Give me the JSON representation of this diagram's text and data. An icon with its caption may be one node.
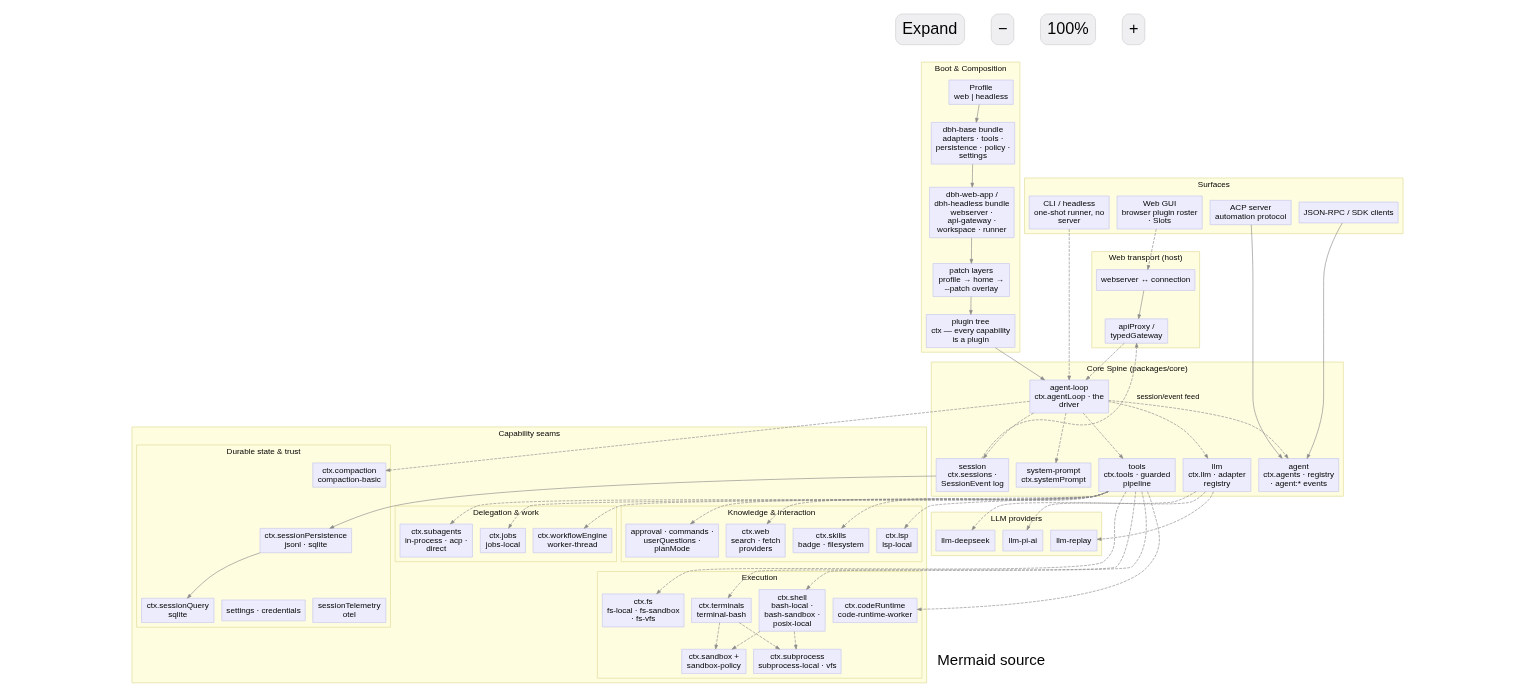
{
  "diagram": {
    "nodes": [
      {
        "text": [
          "Boot & Composition"
        ]
      },
      {
        "text": [
          "Profile",
          "web | headless"
        ],
        "in": 0
      },
      {
        "text": [
          "dbh-base bundle",
          "adapters · tools · persistence · policy · settings"
        ],
        "in": 0
      },
      {
        "text": [
          "dbh-web-app / dbh-headless bundle",
          "webserver · api-gateway · workspace · runner"
        ],
        "in": 0
      },
      {
        "text": [
          "patch layers",
          "profile → home → --patch overlay"
        ],
        "in": 0
      },
      {
        "text": [
          "plugin tree",
          "ctx — every capability is a plugin"
        ],
        "in": 0
      },
      {
        "text": [
          "Surfaces"
        ]
      },
      {
        "text": [
          "Web GUI",
          "browser plugin roster · Slots"
        ],
        "in": 6
      },
      {
        "text": [
          "CLI / headless",
          "one-shot runner, no server"
        ],
        "in": 6
      },
      {
        "text": [
          "ACP server",
          "automation protocol"
        ],
        "in": 6
      },
      {
        "text": [
          "JSON-RPC / SDK clients"
        ],
        "in": 6
      },
      {
        "text": [
          "Web transport (host)"
        ]
      },
      {
        "text": [
          "webserver ↔ connection"
        ],
        "in": 11
      },
      {
        "text": [
          "apiProxy / typedGateway"
        ],
        "in": 11
      },
      {
        "text": [
          "Core Spine (packages/core)"
        ]
      },
      {
        "text": [
          "agent-loop",
          "ctx.agentLoop · the driver"
        ],
        "in": 14
      },
      {
        "text": [
          "llm",
          "ctx.llm · adapter registry"
        ],
        "in": 14
      },
      {
        "text": [
          "system-prompt",
          "ctx.systemPrompt"
        ],
        "in": 14
      },
      {
        "text": [
          "session",
          "ctx.sessions · SessionEvent log"
        ],
        "in": 14
      },
      {
        "text": [
          "agent",
          "ctx.agents · registry · agent:* events"
        ],
        "in": 14
      },
      {
        "text": [
          "tools",
          "ctx.tools · guarded pipeline"
        ],
        "in": 14
      },
      {
        "text": [
          "LLM providers"
        ]
      },
      {
        "text": [
          "llm-deepseek"
        ],
        "in": 21
      },
      {
        "text": [
          "llm-pi-ai"
        ],
        "in": 21
      },
      {
        "text": [
          "llm-replay"
        ],
        "in": 21
      },
      {
        "text": [
          "Capability seams"
        ]
      },
      {
        "text": [
          "Durable state & trust"
        ],
        "in": 25
      },
      {
        "text": [
          "ctx.sessionPersistence",
          "jsonl · sqlite"
        ],
        "in": 26
      },
      {
        "text": [
          "ctx.sessionQuery",
          "sqlite"
        ],
        "in": 26
      },
      {
        "text": [
          "settings · credentials"
        ],
        "in": 26
      },
      {
        "text": [
          "sessionTelemetry",
          "otel"
        ],
        "in": 26
      },
      {
        "text": [
          "ctx.compaction",
          "compaction-basic"
        ],
        "in": 26
      },
      {
        "text": [
          "Knowledge & interaction"
        ],
        "in": 25
      },
      {
        "text": [
          "ctx.web",
          "search · fetch providers"
        ],
        "in": 32
      },
      {
        "text": [
          "ctx.skills",
          "badge · filesystem"
        ],
        "in": 32
      },
      {
        "text": [
          "ctx.lsp",
          "lsp-local"
        ],
        "in": 32
      },
      {
        "text": [
          "approval · commands · userQuestions · planMode"
        ],
        "in": 32
      },
      {
        "text": [
          "Delegation & work"
        ],
        "in": 25
      },
      {
        "text": [
          "ctx.subagents",
          "in-process · acp · direct"
        ],
        "in": 37
      },
      {
        "text": [
          "ctx.jobs",
          "jobs-local"
        ],
        "in": 37
      },
      {
        "text": [
          "ctx.workflowEngine",
          "worker-thread"
        ],
        "in": 37
      },
      {
        "text": [
          "Execution"
        ],
        "in": 25
      },
      {
        "text": [
          "ctx.fs",
          "fs-local · fs-sandbox · fs-vfs"
        ],
        "in": 41
      },
      {
        "text": [
          "ctx.shell",
          "bash-local · bash-sandbox · posix-local"
        ],
        "in": 41
      },
      {
        "text": [
          "ctx.terminals",
          "terminal-bash"
        ],
        "in": 41
      },
      {
        "text": [
          "ctx.codeRuntime",
          "code-runtime-worker"
        ],
        "in": 41
      },
      {
        "text": [
          "ctx.subprocess",
          "subprocess-local · vfs"
        ],
        "in": 41
      },
      {
        "text": [
          "ctx.sandbox + sandbox-policy"
        ],
        "in": 41
      }
    ],
    "edges": [
      {
        "from": 1,
        "to": 2,
        "arrow": "to"
      },
      {
        "from": 2,
        "to": 3,
        "arrow": "to"
      },
      {
        "from": 3,
        "to": 4,
        "arrow": "to"
      },
      {
        "from": 4,
        "to": 5,
        "arrow": "to"
      },
      {
        "from": 5,
        "to": 15,
        "arrow": "to"
      },
      {
        "from": 7,
        "to": 12,
        "arrow": "to",
        "style": "dashed"
      },
      {
        "from": 8,
        "to": 15,
        "arrow": "to",
        "style": "dashed"
      },
      {
        "from": 9,
        "to": 19,
        "arrow": "to"
      },
      {
        "from": 10,
        "to": 19,
        "arrow": "to"
      },
      {
        "from": 12,
        "to": 13,
        "arrow": "to"
      },
      {
        "from": 13,
        "to": 15,
        "arrow": "to",
        "style": "dashed"
      },
      {
        "from": 18,
        "to": 13,
        "arrow": "to",
        "style": "dashed",
        "label": "session/event feed"
      },
      {
        "from": 15,
        "to": 16,
        "arrow": "to",
        "style": "dashed"
      },
      {
        "from": 15,
        "to": 17,
        "arrow": "to",
        "style": "dashed"
      },
      {
        "from": 15,
        "to": 18,
        "arrow": "to",
        "style": "dashed"
      },
      {
        "from": 15,
        "to": 19,
        "arrow": "to",
        "style": "dashed"
      },
      {
        "from": 15,
        "to": 20,
        "arrow": "to",
        "style": "dashed"
      },
      {
        "from": 15,
        "to": 31,
        "arrow": "to",
        "style": "dashed"
      },
      {
        "from": 16,
        "to": 22,
        "arrow": "to",
        "style": "dashed"
      },
      {
        "from": 16,
        "to": 23,
        "arrow": "to",
        "style": "dashed"
      },
      {
        "from": 16,
        "to": 24,
        "arrow": "to",
        "style": "dashed"
      },
      {
        "from": 18,
        "to": 27,
        "arrow": "to"
      },
      {
        "from": 27,
        "to": 28,
        "arrow": "to"
      },
      {
        "from": 20,
        "to": 33,
        "arrow": "to",
        "style": "dashed"
      },
      {
        "from": 20,
        "to": 34,
        "arrow": "to",
        "style": "dashed"
      },
      {
        "from": 20,
        "to": 35,
        "arrow": "to",
        "style": "dashed"
      },
      {
        "from": 20,
        "to": 36,
        "arrow": "to",
        "style": "dashed"
      },
      {
        "from": 20,
        "to": 38,
        "arrow": "to",
        "style": "dashed"
      },
      {
        "from": 20,
        "to": 39,
        "arrow": "to",
        "style": "dashed"
      },
      {
        "from": 20,
        "to": 40,
        "arrow": "to",
        "style": "dashed"
      },
      {
        "from": 20,
        "to": 42,
        "arrow": "to",
        "style": "dashed"
      },
      {
        "from": 20,
        "to": 43,
        "arrow": "to",
        "style": "dashed"
      },
      {
        "from": 20,
        "to": 44,
        "arrow": "to",
        "style": "dashed"
      },
      {
        "from": 20,
        "to": 45,
        "arrow": "to",
        "style": "dashed"
      },
      {
        "from": 43,
        "to": 46,
        "arrow": "to",
        "style": "dashed"
      },
      {
        "from": 43,
        "to": 47,
        "arrow": "to",
        "style": "dashed"
      },
      {
        "from": 44,
        "to": 46,
        "arrow": "to",
        "style": "dashed"
      },
      {
        "from": 44,
        "to": 47,
        "arrow": "to",
        "style": "dashed"
      }
    ],
    "labels": [
      "Expand",
      "−",
      "100%",
      "+",
      "Mermaid source"
    ]
  }
}
